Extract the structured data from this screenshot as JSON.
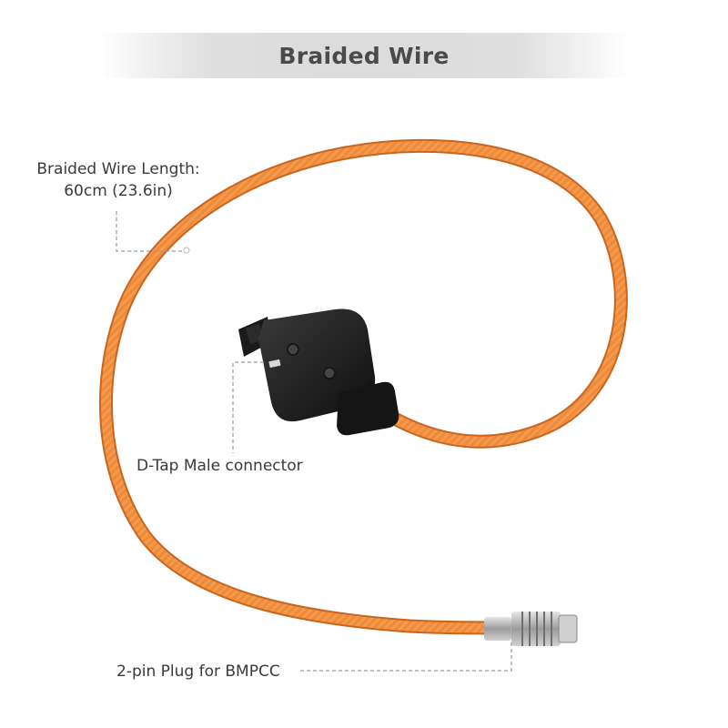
{
  "title": "Braided Wire",
  "callouts": {
    "length_line1": "Braided Wire Length:",
    "length_line2": "60cm (23.6in)",
    "dtap": "D-Tap Male connector",
    "plug": "2-pin Plug for BMPCC"
  },
  "colors": {
    "cable": "#ef8a3a",
    "cable_shadow": "#c9651f",
    "connector_body": "#1e1e1e",
    "plug_metal": "#b8b8b8",
    "leader_line": "#9a9a9a"
  }
}
